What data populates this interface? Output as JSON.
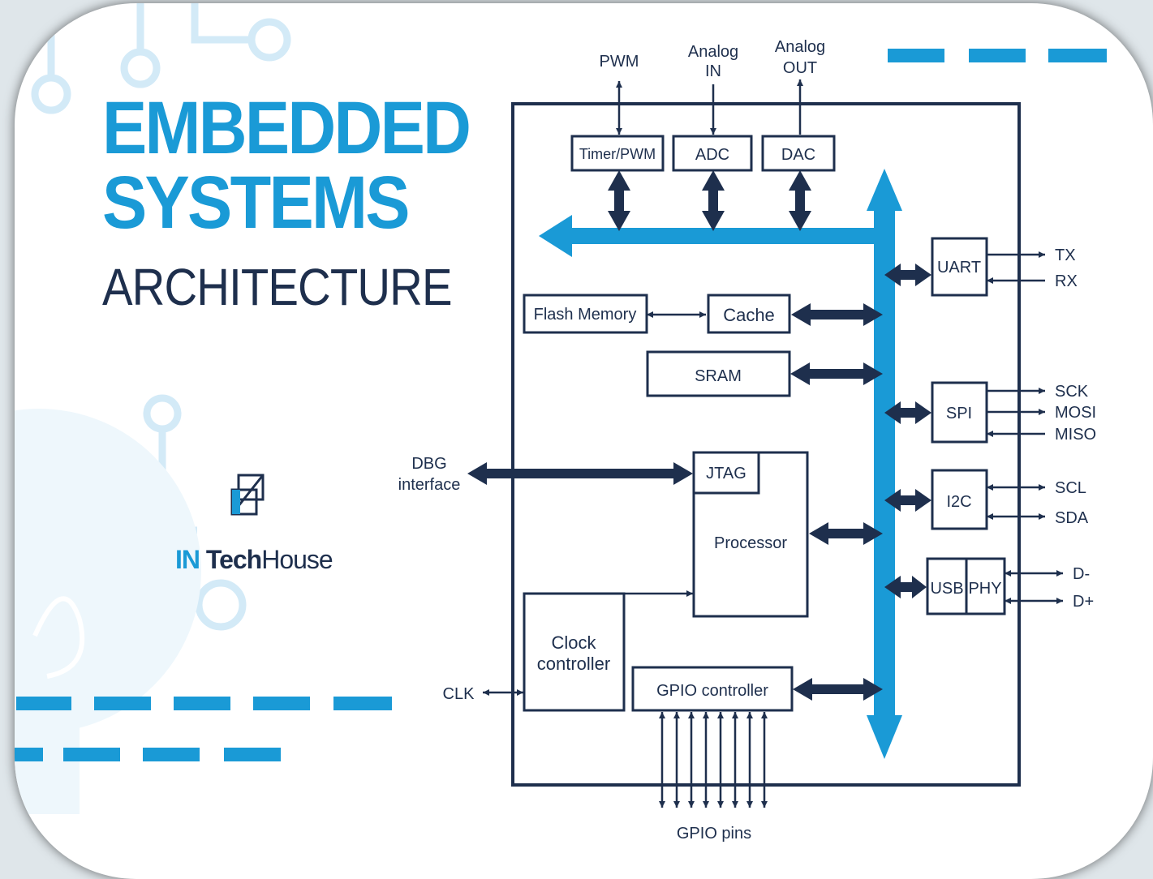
{
  "title": {
    "line1": "EMBEDDED",
    "line2": "SYSTEMS",
    "line3": "ARCHITECTURE"
  },
  "brand": {
    "in": "IN",
    "tech": "Tech",
    "house": "House"
  },
  "colors": {
    "accent": "#1a9ad6",
    "dark": "#1e2f4d",
    "background": "#ffffff",
    "light_decor": "#d3eaf7"
  },
  "diagram": {
    "top_labels": {
      "pwm": "PWM",
      "analog_in_1": "Analog",
      "analog_in_2": "IN",
      "analog_out_1": "Analog",
      "analog_out_2": "OUT"
    },
    "blocks": {
      "timer_pwm": "Timer/PWM",
      "adc": "ADC",
      "dac": "DAC",
      "flash_memory": "Flash Memory",
      "cache": "Cache",
      "sram": "SRAM",
      "jtag": "JTAG",
      "processor": "Processor",
      "clock_line1": "Clock",
      "clock_line2": "controller",
      "gpio_controller": "GPIO controller",
      "uart": "UART",
      "spi": "SPI",
      "i2c": "I2C",
      "usb": "USB",
      "phy": "PHY"
    },
    "signals": {
      "tx": "TX",
      "rx": "RX",
      "sck": "SCK",
      "mosi": "MOSI",
      "miso": "MISO",
      "scl": "SCL",
      "sda": "SDA",
      "d_minus": "D-",
      "d_plus": "D+",
      "clk": "CLK",
      "dbg_line1": "DBG",
      "dbg_line2": "interface",
      "gpio_pins": "GPIO pins"
    }
  }
}
